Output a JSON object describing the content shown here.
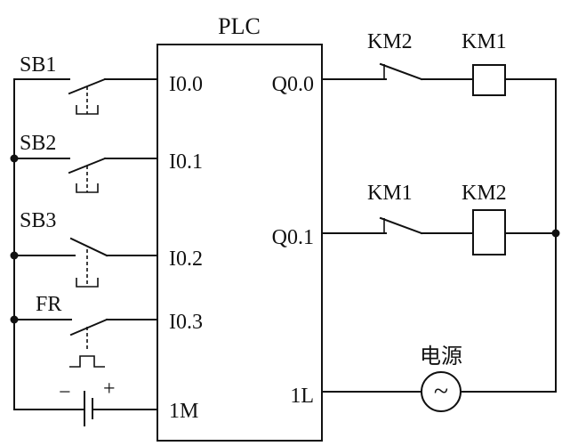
{
  "plc": {
    "title": "PLC",
    "inputs": [
      "I0.0",
      "I0.1",
      "I0.2",
      "I0.3",
      "1M"
    ],
    "outputs": [
      "Q0.0",
      "Q0.1",
      "1L"
    ]
  },
  "switches": {
    "sb1": "SB1",
    "sb2": "SB2",
    "sb3": "SB3",
    "fr": "FR"
  },
  "outputs": {
    "row1_contact": "KM2",
    "row1_coil": "KM1",
    "row2_contact": "KM1",
    "row2_coil": "KM2"
  },
  "power": {
    "label": "电源",
    "ac_symbol": "~"
  },
  "battery": {
    "minus": "−",
    "plus": "+"
  }
}
